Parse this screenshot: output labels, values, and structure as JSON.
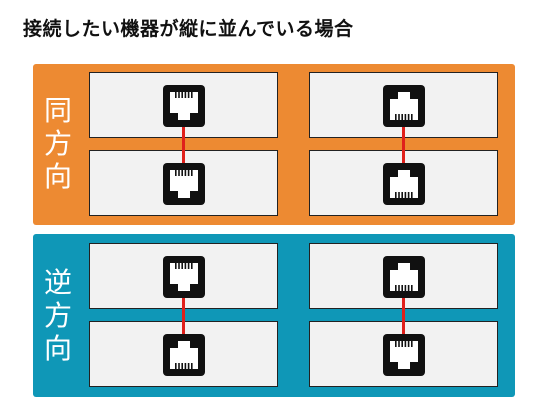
{
  "title": "接続したい機器が縦に並んでいる場合",
  "colors": {
    "same_direction_panel": "#ed8a32",
    "reverse_direction_panel": "#0f97b7",
    "cable": "#e0201b",
    "device_fill": "#f2f2f2",
    "port_outline": "#111111"
  },
  "groups": [
    {
      "label": "同方向",
      "label_chars": [
        "同",
        "方",
        "向"
      ],
      "pairs": [
        {
          "top_port": "latch-down",
          "bottom_port": "latch-down"
        },
        {
          "top_port": "latch-up",
          "bottom_port": "latch-up"
        }
      ]
    },
    {
      "label": "逆方向",
      "label_chars": [
        "逆",
        "方",
        "向"
      ],
      "pairs": [
        {
          "top_port": "latch-down",
          "bottom_port": "latch-up"
        },
        {
          "top_port": "latch-up",
          "bottom_port": "latch-down"
        }
      ]
    }
  ],
  "icons": {
    "port": "ethernet-port-icon",
    "cable": "lan-cable-line"
  }
}
